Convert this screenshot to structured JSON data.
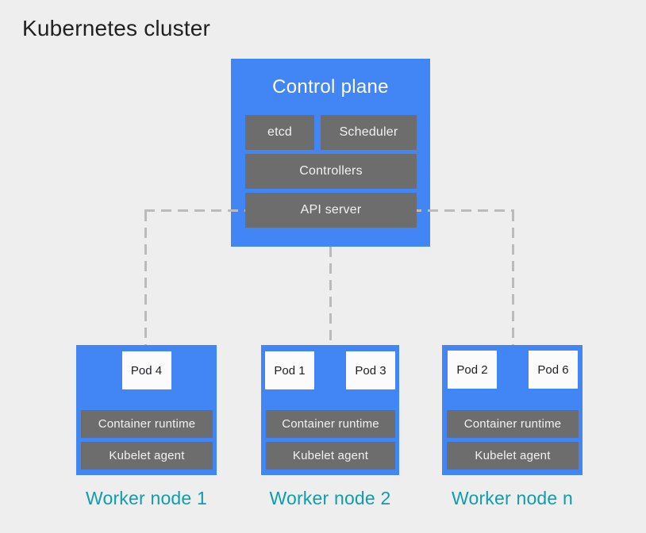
{
  "title": "Kubernetes cluster",
  "colors": {
    "background": "#eeeeee",
    "node_blue": "#4285f4",
    "component_gray": "#6d6d6d",
    "pod_white": "#fbfbfb",
    "dashed_line_gray": "#bbbbbb",
    "worker_label_teal": "#0f9dae",
    "title_text": "#212121",
    "component_text": "#f2f2f2",
    "pod_text": "#202124"
  },
  "control_plane": {
    "title": "Control plane",
    "components": [
      "etcd",
      "Scheduler",
      "Controllers",
      "API server"
    ]
  },
  "worker_nodes": [
    {
      "label": "Worker node 1",
      "pods": [
        "Pod 4"
      ],
      "layers": [
        "Container runtime",
        "Kubelet agent"
      ]
    },
    {
      "label": "Worker node 2",
      "pods": [
        "Pod 1",
        "Pod 3"
      ],
      "layers": [
        "Container runtime",
        "Kubelet agent"
      ]
    },
    {
      "label": "Worker node n",
      "pods": [
        "Pod 2",
        "Pod 6"
      ],
      "layers": [
        "Container runtime",
        "Kubelet agent"
      ]
    }
  ]
}
